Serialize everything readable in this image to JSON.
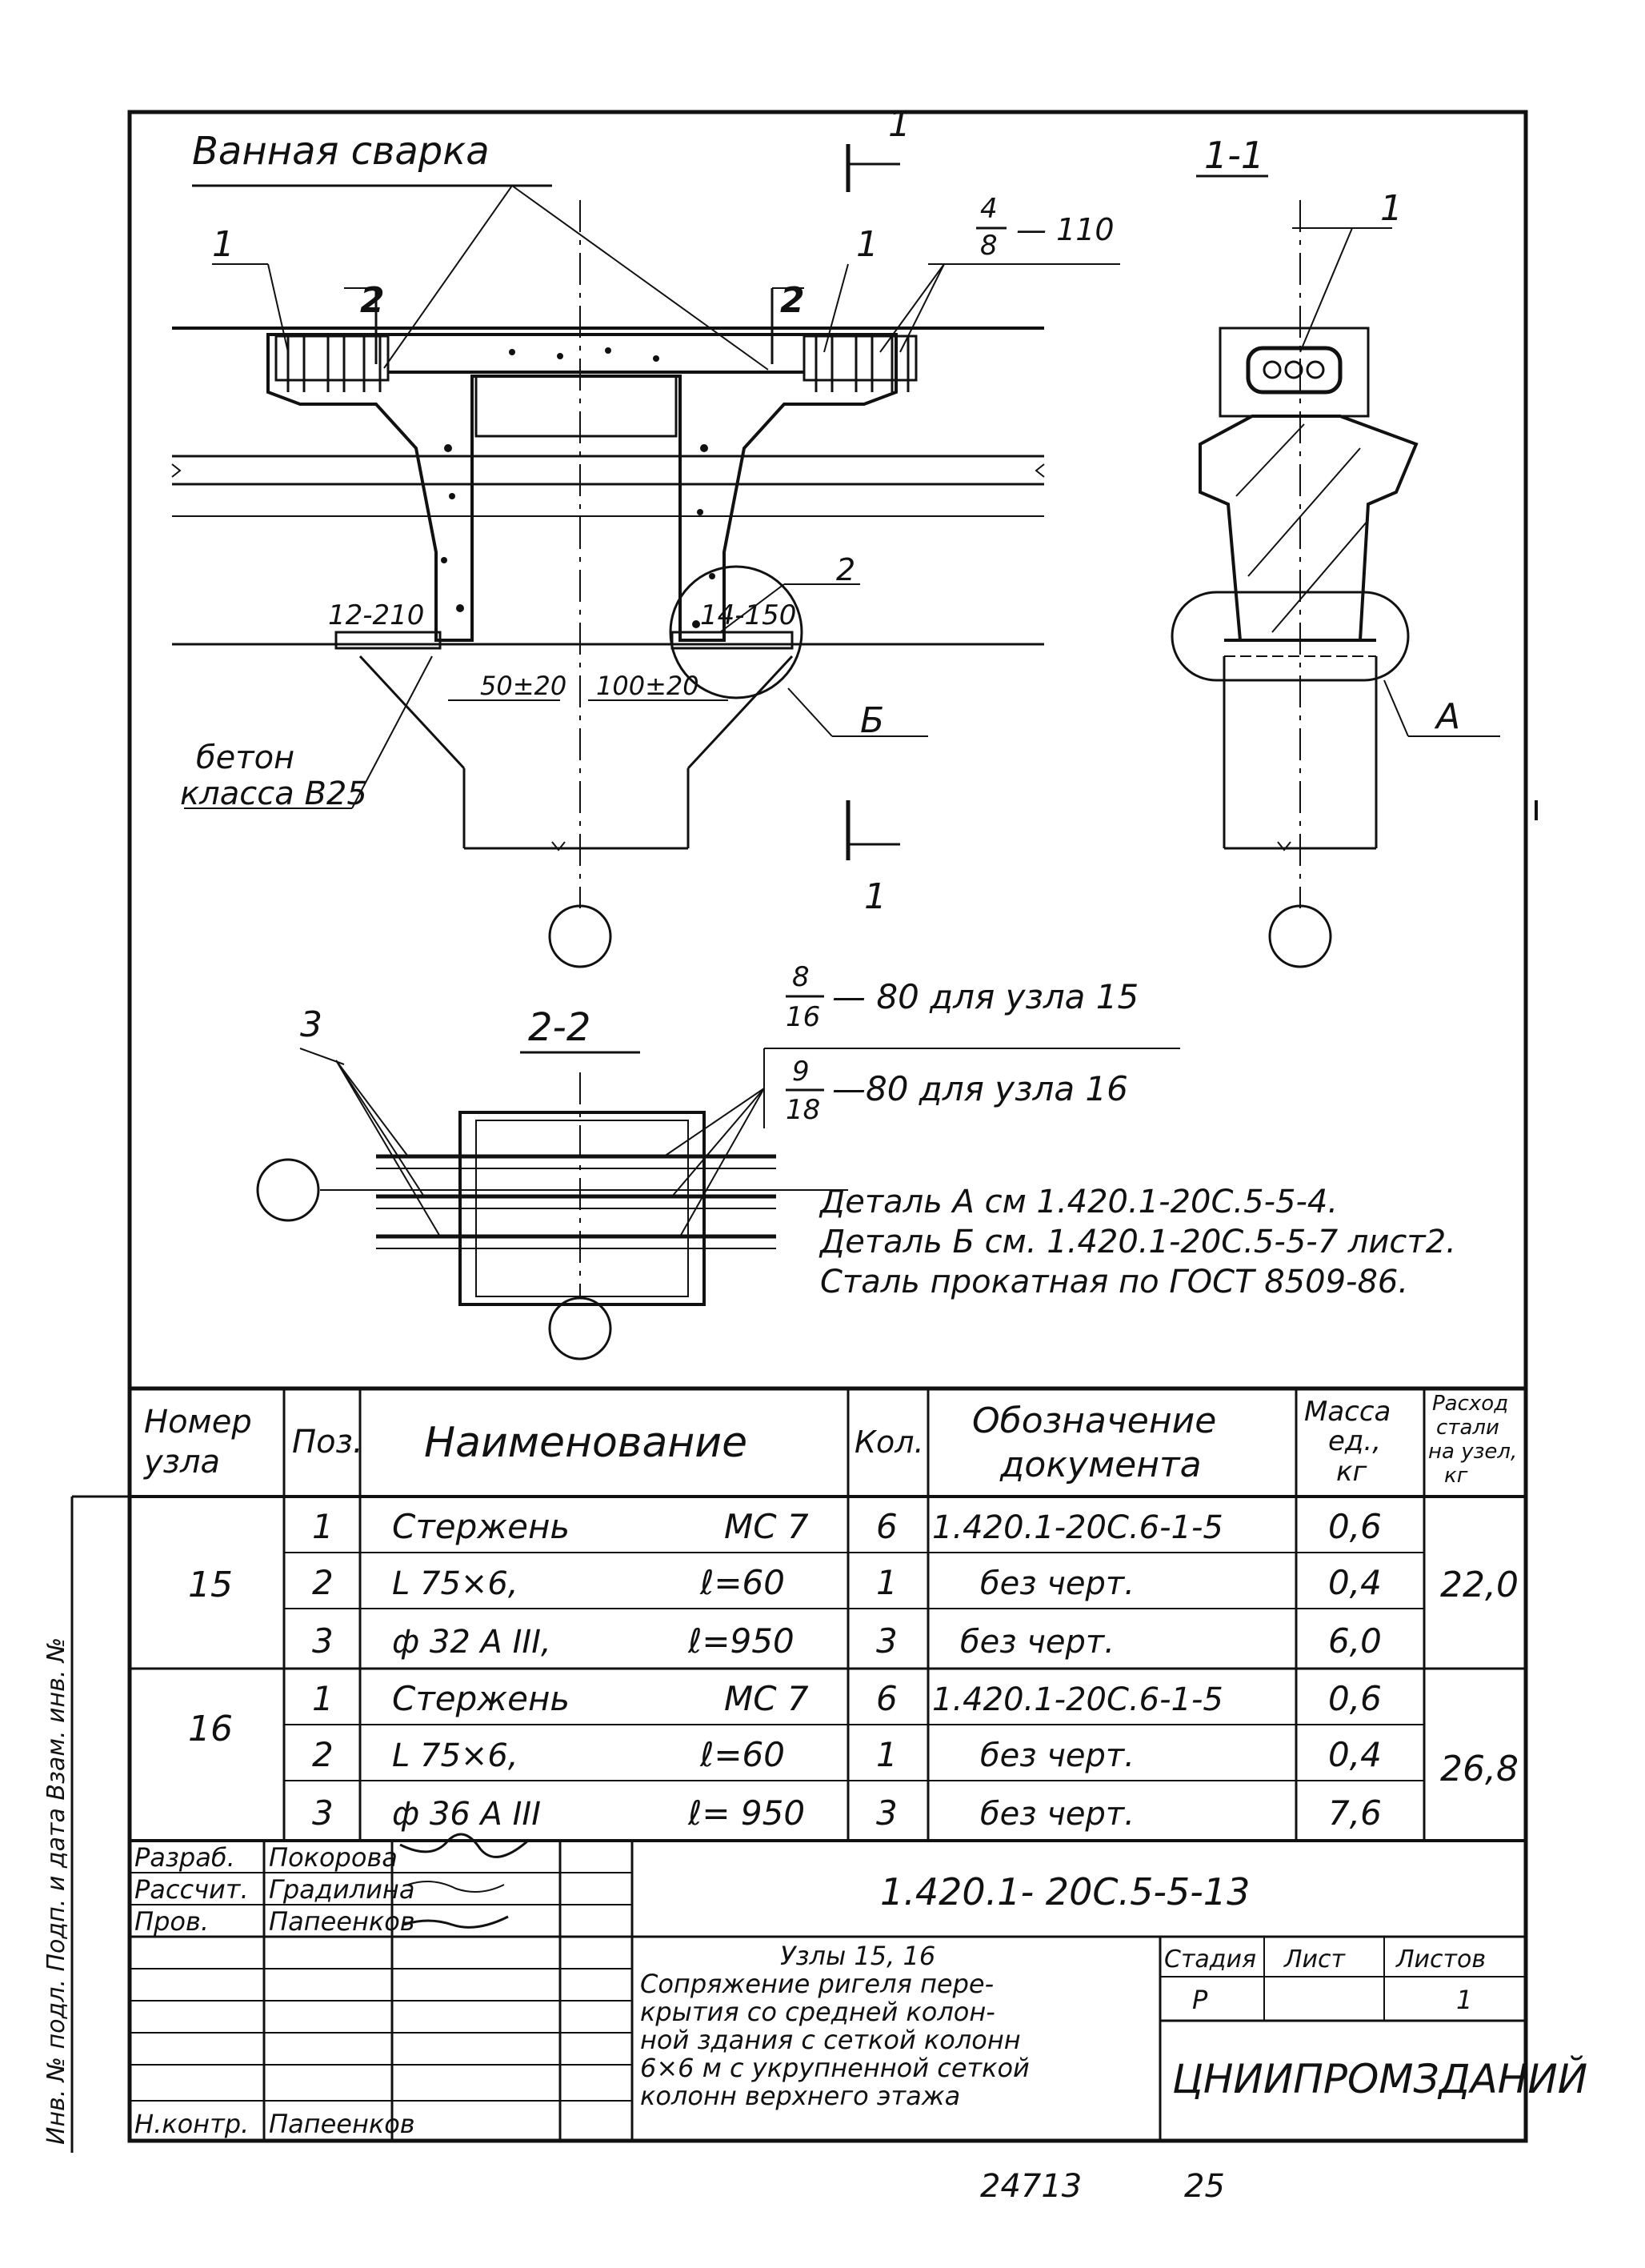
{
  "drawing": {
    "bath_weld_label": "Ванная сварка",
    "section_mark": "1",
    "section_1_1_title": "1-1",
    "section_2_2_title": "2-2",
    "pos_1": "1",
    "pos_2": "2",
    "pos_3": "3",
    "rebar_spec_num": "4",
    "rebar_spec_den": "8",
    "rebar_spec_pitch": "— 110",
    "weld_12_210": "12-210",
    "weld_14_150": "14-150",
    "dim_50": "50±20",
    "dim_100": "100±20",
    "concrete_line1": "бетон",
    "concrete_line2": "класса В25",
    "detail_b": "Б",
    "detail_a": "А",
    "node15_num": "8",
    "node15_den": "16",
    "node15_text": "— 80   для узла 15",
    "node16_num": "9",
    "node16_den": "18",
    "node16_text": "—80   для узла 16",
    "note1": "Деталь А см 1.420.1-20С.5-5-4.",
    "note2": "Деталь Б см. 1.420.1-20С.5-5-7 лист2.",
    "note3": "Сталь прокатная по ГОСТ 8509-86."
  },
  "spec_table": {
    "headers": {
      "node": [
        "Номер",
        "узла"
      ],
      "pos": "Поз.",
      "name": "Наименование",
      "qty": "Кол.",
      "doc": [
        "Обозначение",
        "документа"
      ],
      "mass": [
        "Масса",
        "ед.,",
        "кг"
      ],
      "total": [
        "Расход",
        "стали",
        "на узел,",
        "кг"
      ]
    },
    "groups": [
      {
        "node": "15",
        "total": "22,0",
        "rows": [
          {
            "pos": "1",
            "name": "Стержень",
            "mark": "МС 7",
            "qty": "6",
            "doc": "1.420.1-20С.6-1-5",
            "mass": "0,6"
          },
          {
            "pos": "2",
            "name": "L 75×6,",
            "mark": "ℓ=60",
            "qty": "1",
            "doc": "без черт.",
            "mass": "0,4"
          },
          {
            "pos": "3",
            "name": "ф 32 А ІІІ,",
            "mark": "ℓ=950",
            "qty": "3",
            "doc": "без черт.",
            "mass": "6,0"
          }
        ]
      },
      {
        "node": "16",
        "total": "26,8",
        "rows": [
          {
            "pos": "1",
            "name": "Стержень",
            "mark": "МС 7",
            "qty": "6",
            "doc": "1.420.1-20С.6-1-5",
            "mass": "0,6"
          },
          {
            "pos": "2",
            "name": "L 75×6,",
            "mark": "ℓ=60",
            "qty": "1",
            "doc": "без черт.",
            "mass": "0,4"
          },
          {
            "pos": "3",
            "name": "ф 36 А ІІІ",
            "mark": "ℓ= 950",
            "qty": "3",
            "doc": "без черт.",
            "mass": "7,6"
          }
        ]
      }
    ]
  },
  "title_block": {
    "code": "1.420.1- 20С.5-5-13",
    "roles": [
      "Разраб.",
      "Рассчит.",
      "Пров.",
      "",
      "",
      "",
      "",
      "Н.контр."
    ],
    "names": [
      "Покорова",
      "Градилина",
      "Папеенков",
      "",
      "",
      "",
      "",
      "Папеенков"
    ],
    "title_lines": [
      "Узлы 15, 16",
      "Сопряжение ригеля пере-",
      "крытия со средней колон-",
      "ной здания с сеткой колонн",
      "6×6 м с укрупненной сеткой",
      "колонн верхнего этажа"
    ],
    "stage_header": "Стадия",
    "sheet_header": "Лист",
    "sheets_header": "Листов",
    "stage": "Р",
    "sheets": "1",
    "org": "ЦНИИПРОМЗДАНИЙ",
    "archive_number": "24713",
    "page_number": "25"
  },
  "side_margin_text": "Инв. № подл.   Подп. и дата   Взам. инв. №"
}
